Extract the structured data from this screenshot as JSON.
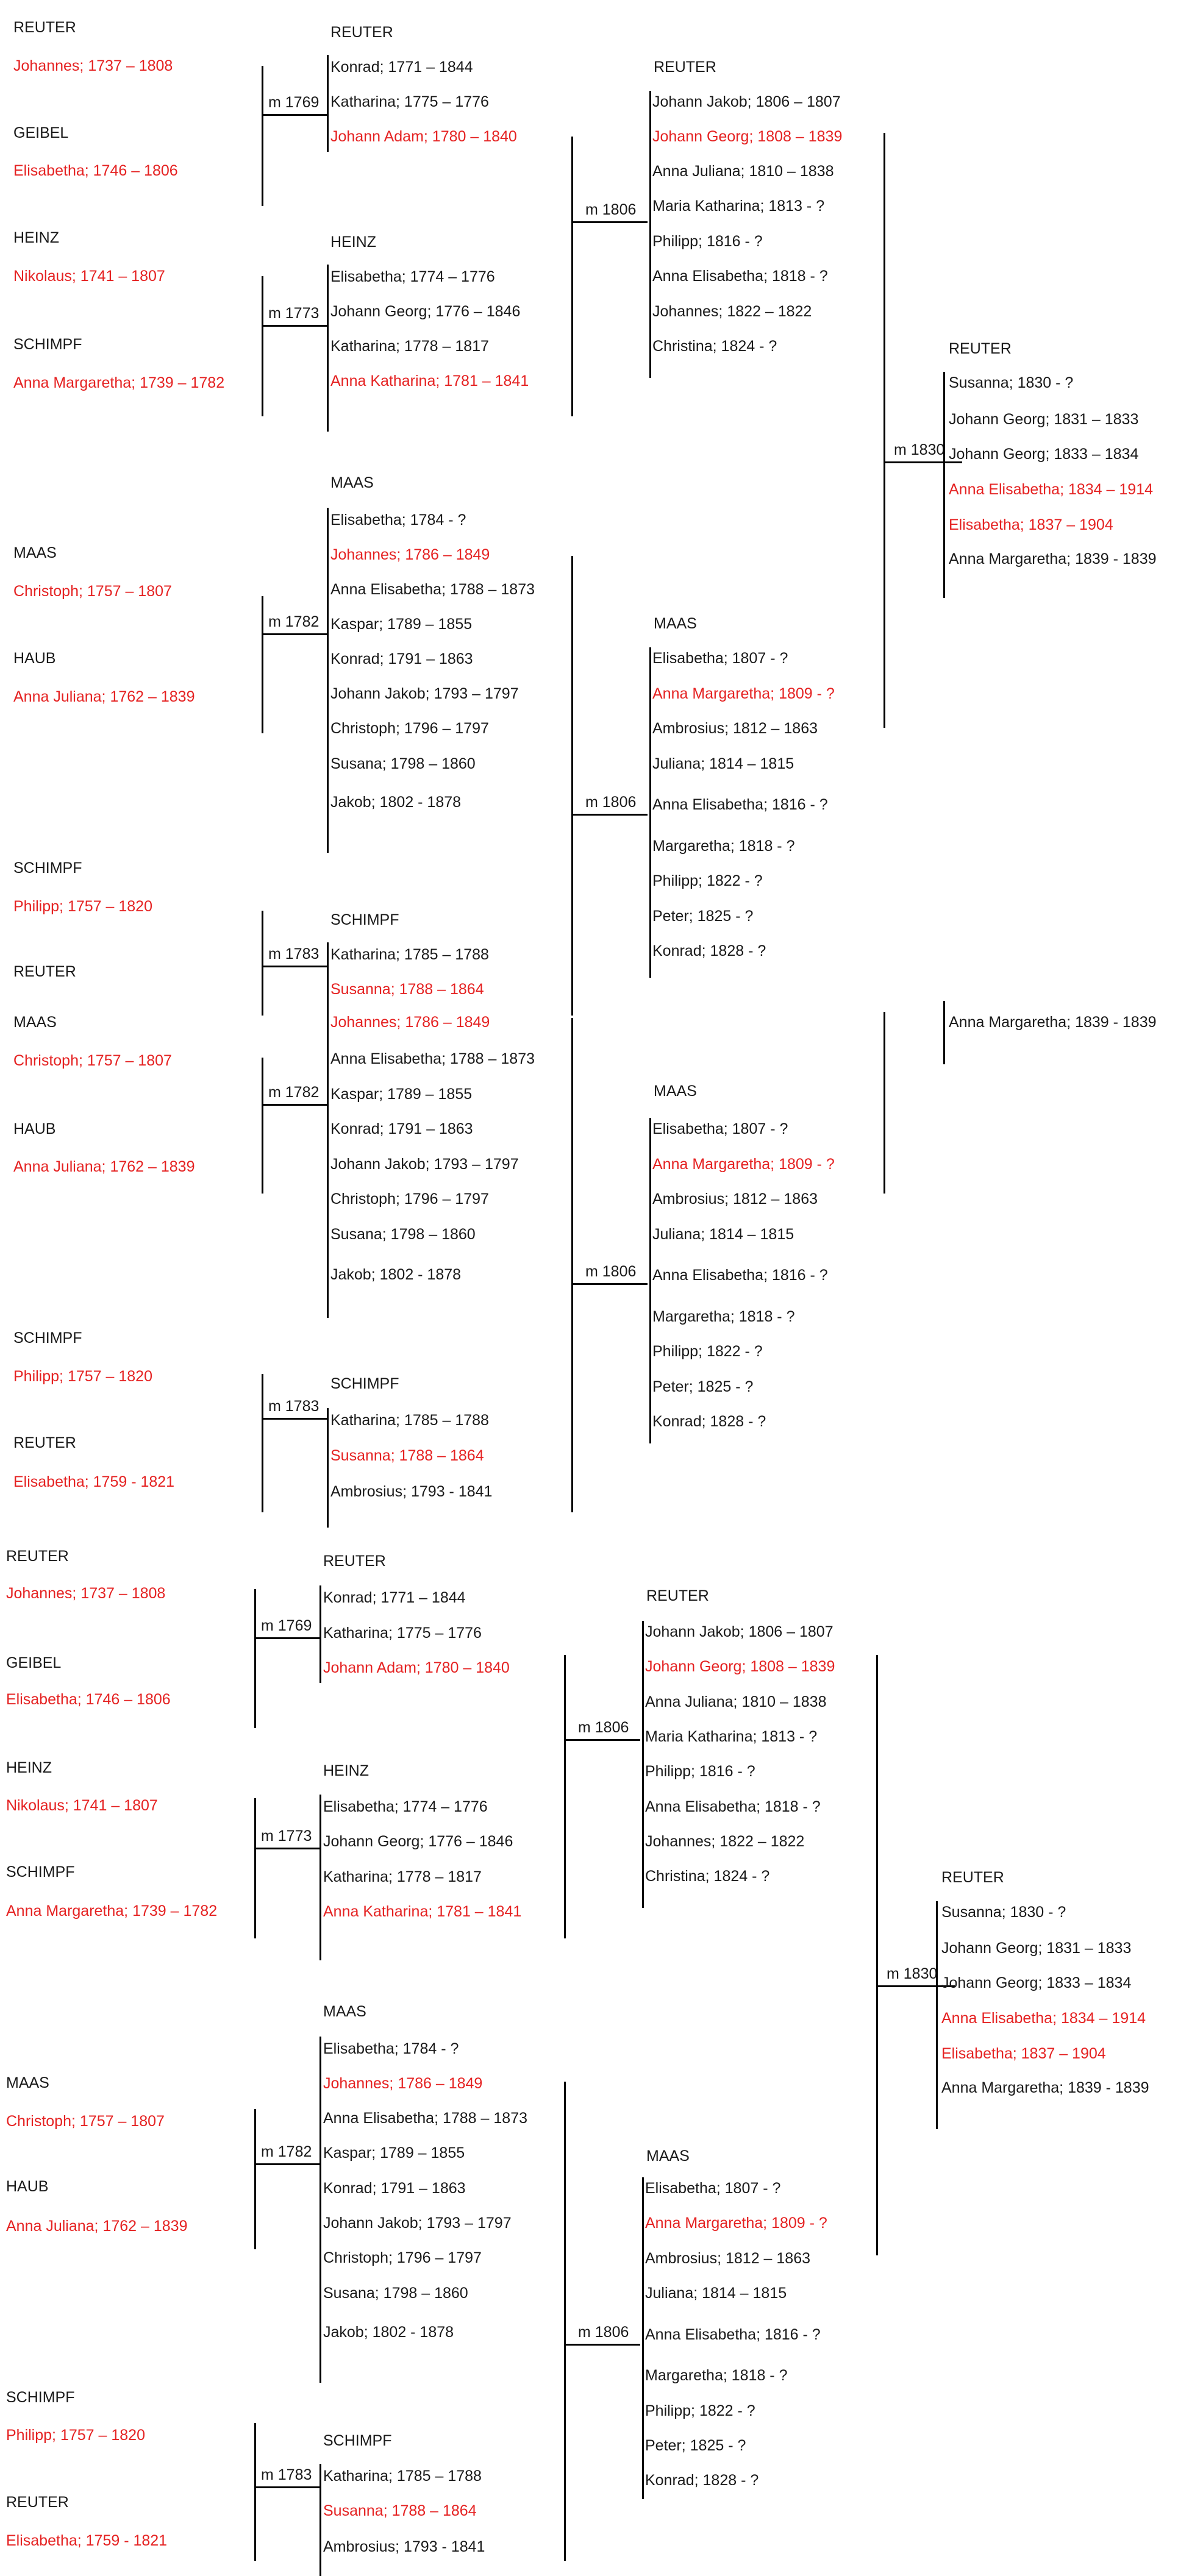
{
  "colors": {
    "highlight": "#e52222",
    "text": "#1a1a1a",
    "line": "#000000"
  },
  "trees": [
    {
      "grandparents": [
        {
          "surname": "REUTER",
          "name": "Johannes; 1737 – 1808"
        },
        {
          "surname": "GEIBEL",
          "name": "Elisabetha; 1746 – 1806"
        },
        {
          "surname": "HEINZ",
          "name": "Nikolaus; 1741 – 1807"
        },
        {
          "surname": "SCHIMPF",
          "name": "Anna Margaretha; 1739 – 1782"
        },
        {
          "surname": "MAAS",
          "name": "Christoph; 1757 – 1807"
        },
        {
          "surname": "HAUB",
          "name": "Anna Juliana; 1762 – 1839"
        },
        {
          "surname": "SCHIMPF",
          "name": "Philipp; 1757 – 1820"
        },
        {
          "surname": "REUTER",
          "name": ""
        }
      ],
      "marriages_g": [
        "m 1769",
        "m 1773",
        "m 1782",
        "m 1783"
      ],
      "families_g": [
        {
          "surname": "REUTER",
          "children": [
            {
              "name": "Konrad; 1771 – 1844",
              "red": false
            },
            {
              "name": "Katharina; 1775 – 1776",
              "red": false
            },
            {
              "name": "Johann Adam; 1780 – 1840",
              "red": true
            }
          ]
        },
        {
          "surname": "HEINZ",
          "children": [
            {
              "name": "Elisabetha; 1774 – 1776",
              "red": false
            },
            {
              "name": "Johann Georg; 1776 – 1846",
              "red": false
            },
            {
              "name": "Katharina; 1778 – 1817",
              "red": false
            },
            {
              "name": "Anna Katharina; 1781 – 1841",
              "red": true
            }
          ]
        },
        {
          "surname": "MAAS",
          "children": [
            {
              "name": "Elisabetha; 1784 - ?",
              "red": false
            },
            {
              "name": "Johannes; 1786 – 1849",
              "red": true
            },
            {
              "name": "Anna Elisabetha; 1788 – 1873",
              "red": false
            },
            {
              "name": "Kaspar; 1789 – 1855",
              "red": false
            },
            {
              "name": "Konrad; 1791 – 1863",
              "red": false
            },
            {
              "name": "Johann Jakob; 1793 – 1797",
              "red": false
            },
            {
              "name": "Christoph; 1796 – 1797",
              "red": false
            },
            {
              "name": "Susana; 1798 – 1860",
              "red": false
            },
            {
              "name": "Jakob; 1802 - 1878",
              "red": false
            }
          ]
        },
        {
          "surname": "SCHIMPF",
          "children": [
            {
              "name": "Katharina; 1785 – 1788",
              "red": false
            },
            {
              "name": "Susanna; 1788 – 1864",
              "red": true
            }
          ]
        }
      ],
      "marriages_p": [
        "m 1806",
        "m 1806"
      ],
      "families_p": [
        {
          "surname": "REUTER",
          "children": [
            {
              "name": "Johann Jakob; 1806 – 1807",
              "red": false
            },
            {
              "name": "Johann Georg; 1808 – 1839",
              "red": true
            },
            {
              "name": "Anna Juliana; 1810 – 1838",
              "red": false
            },
            {
              "name": "Maria Katharina; 1813 - ?",
              "red": false
            },
            {
              "name": "Philipp; 1816 - ?",
              "red": false
            },
            {
              "name": "Anna Elisabetha; 1818 - ?",
              "red": false
            },
            {
              "name": "Johannes; 1822 – 1822",
              "red": false
            },
            {
              "name": "Christina; 1824 - ?",
              "red": false
            }
          ]
        },
        {
          "surname": "MAAS",
          "children": [
            {
              "name": "Elisabetha; 1807 - ?",
              "red": false
            },
            {
              "name": "Anna Margaretha; 1809 - ?",
              "red": true
            },
            {
              "name": "Ambrosius; 1812 – 1863",
              "red": false
            },
            {
              "name": "Juliana; 1814 – 1815",
              "red": false
            },
            {
              "name": "Anna Elisabetha; 1816 - ?",
              "red": false
            },
            {
              "name": "Margaretha; 1818 - ?",
              "red": false
            },
            {
              "name": "Philipp; 1822 - ?",
              "red": false
            },
            {
              "name": "Peter; 1825 - ?",
              "red": false
            },
            {
              "name": "Konrad; 1828 - ?",
              "red": false
            }
          ]
        }
      ],
      "marriage_c": "m 1830",
      "family_c": {
        "surname": "REUTER",
        "children": [
          {
            "name": "Susanna; 1830 - ?",
            "red": false
          },
          {
            "name": "Johann Georg; 1831 – 1833",
            "red": false
          },
          {
            "name": "Johann Georg; 1833 – 1834",
            "red": false
          },
          {
            "name": "Anna Elisabetha; 1834 – 1914",
            "red": true
          },
          {
            "name": "Elisabetha; 1837 – 1904",
            "red": true
          },
          {
            "name": "Anna Margaretha; 1839 - 1839",
            "red": false
          }
        ]
      }
    },
    {
      "grandparents": [
        {
          "surname": "MAAS",
          "name": "Christoph; 1757 – 1807"
        },
        {
          "surname": "HAUB",
          "name": "Anna Juliana; 1762 – 1839"
        },
        {
          "surname": "SCHIMPF",
          "name": "Philipp; 1757 – 1820"
        },
        {
          "surname": "REUTER",
          "name": "Elisabetha; 1759 - 1821"
        }
      ],
      "marriages_g": [
        "m 1782",
        "m 1783"
      ],
      "families_g": [
        {
          "surname": "",
          "children": [
            {
              "name": "Johannes; 1786 – 1849",
              "red": true
            },
            {
              "name": "Anna Elisabetha; 1788 – 1873",
              "red": false
            },
            {
              "name": "Kaspar; 1789 – 1855",
              "red": false
            },
            {
              "name": "Konrad; 1791 – 1863",
              "red": false
            },
            {
              "name": "Johann Jakob; 1793 – 1797",
              "red": false
            },
            {
              "name": "Christoph; 1796 – 1797",
              "red": false
            },
            {
              "name": "Susana; 1798 – 1860",
              "red": false
            },
            {
              "name": "Jakob; 1802 - 1878",
              "red": false
            }
          ]
        },
        {
          "surname": "SCHIMPF",
          "children": [
            {
              "name": "Katharina; 1785 – 1788",
              "red": false
            },
            {
              "name": "Susanna; 1788 – 1864",
              "red": true
            },
            {
              "name": "Ambrosius; 1793 - 1841",
              "red": false
            }
          ]
        }
      ],
      "marriages_p": [
        "m 1806"
      ],
      "families_p": [
        {
          "surname": "MAAS",
          "children": [
            {
              "name": "Elisabetha; 1807 - ?",
              "red": false
            },
            {
              "name": "Anna Margaretha; 1809 - ?",
              "red": true
            },
            {
              "name": "Ambrosius; 1812 – 1863",
              "red": false
            },
            {
              "name": "Juliana; 1814 – 1815",
              "red": false
            },
            {
              "name": "Anna Elisabetha; 1816 - ?",
              "red": false
            },
            {
              "name": "Margaretha; 1818 - ?",
              "red": false
            },
            {
              "name": "Philipp; 1822 - ?",
              "red": false
            },
            {
              "name": "Peter; 1825 - ?",
              "red": false
            },
            {
              "name": "Konrad; 1828 - ?",
              "red": false
            }
          ]
        }
      ],
      "family_c": {
        "surname": "",
        "children": [
          {
            "name": "Anna Margaretha; 1839 - 1839",
            "red": false
          }
        ]
      }
    },
    {
      "grandparents": [
        {
          "surname": "REUTER",
          "name": "Johannes; 1737 – 1808"
        },
        {
          "surname": "GEIBEL",
          "name": "Elisabetha; 1746 – 1806"
        },
        {
          "surname": "HEINZ",
          "name": "Nikolaus; 1741 – 1807"
        },
        {
          "surname": "SCHIMPF",
          "name": "Anna Margaretha; 1739 – 1782"
        },
        {
          "surname": "MAAS",
          "name": "Christoph; 1757 – 1807"
        },
        {
          "surname": "HAUB",
          "name": "Anna Juliana; 1762 – 1839"
        },
        {
          "surname": "SCHIMPF",
          "name": "Philipp; 1757 – 1820"
        },
        {
          "surname": "REUTER",
          "name": "Elisabetha; 1759 - 1821"
        }
      ],
      "marriages_g": [
        "m 1769",
        "m 1773",
        "m 1782",
        "m 1783"
      ],
      "families_g": [
        {
          "surname": "REUTER",
          "children": [
            {
              "name": "Konrad; 1771 – 1844",
              "red": false
            },
            {
              "name": "Katharina; 1775 – 1776",
              "red": false
            },
            {
              "name": "Johann Adam; 1780 – 1840",
              "red": true
            }
          ]
        },
        {
          "surname": "HEINZ",
          "children": [
            {
              "name": "Elisabetha; 1774 – 1776",
              "red": false
            },
            {
              "name": "Johann Georg; 1776 – 1846",
              "red": false
            },
            {
              "name": "Katharina; 1778 – 1817",
              "red": false
            },
            {
              "name": "Anna Katharina; 1781 – 1841",
              "red": true
            }
          ]
        },
        {
          "surname": "MAAS",
          "children": [
            {
              "name": "Elisabetha; 1784 - ?",
              "red": false
            },
            {
              "name": "Johannes; 1786 – 1849",
              "red": true
            },
            {
              "name": "Anna Elisabetha; 1788 – 1873",
              "red": false
            },
            {
              "name": "Kaspar; 1789 – 1855",
              "red": false
            },
            {
              "name": "Konrad; 1791 – 1863",
              "red": false
            },
            {
              "name": "Johann Jakob; 1793 – 1797",
              "red": false
            },
            {
              "name": "Christoph; 1796 – 1797",
              "red": false
            },
            {
              "name": "Susana; 1798 – 1860",
              "red": false
            },
            {
              "name": "Jakob; 1802 - 1878",
              "red": false
            }
          ]
        },
        {
          "surname": "SCHIMPF",
          "children": [
            {
              "name": "Katharina; 1785 – 1788",
              "red": false
            },
            {
              "name": "Susanna; 1788 – 1864",
              "red": true
            },
            {
              "name": "Ambrosius; 1793 - 1841",
              "red": false
            }
          ]
        }
      ],
      "marriages_p": [
        "m 1806",
        "m 1806"
      ],
      "families_p": [
        {
          "surname": "REUTER",
          "children": [
            {
              "name": "Johann Jakob; 1806 – 1807",
              "red": false
            },
            {
              "name": "Johann Georg; 1808 – 1839",
              "red": true
            },
            {
              "name": "Anna Juliana; 1810 – 1838",
              "red": false
            },
            {
              "name": "Maria Katharina; 1813 - ?",
              "red": false
            },
            {
              "name": "Philipp; 1816 - ?",
              "red": false
            },
            {
              "name": "Anna Elisabetha; 1818 - ?",
              "red": false
            },
            {
              "name": "Johannes; 1822 – 1822",
              "red": false
            },
            {
              "name": "Christina; 1824 - ?",
              "red": false
            }
          ]
        },
        {
          "surname": "MAAS",
          "children": [
            {
              "name": "Elisabetha; 1807 - ?",
              "red": false
            },
            {
              "name": "Anna Margaretha; 1809 - ?",
              "red": true
            },
            {
              "name": "Ambrosius; 1812 – 1863",
              "red": false
            },
            {
              "name": "Juliana; 1814 – 1815",
              "red": false
            },
            {
              "name": "Anna Elisabetha; 1816 - ?",
              "red": false
            },
            {
              "name": "Margaretha; 1818 - ?",
              "red": false
            },
            {
              "name": "Philipp; 1822 - ?",
              "red": false
            },
            {
              "name": "Peter; 1825 - ?",
              "red": false
            },
            {
              "name": "Konrad; 1828 - ?",
              "red": false
            }
          ]
        }
      ],
      "marriage_c": "m 1830",
      "family_c": {
        "surname": "REUTER",
        "children": [
          {
            "name": "Susanna; 1830 - ?",
            "red": false
          },
          {
            "name": "Johann Georg; 1831 – 1833",
            "red": false
          },
          {
            "name": "Johann Georg; 1833 – 1834",
            "red": false
          },
          {
            "name": "Anna Elisabetha; 1834 – 1914",
            "red": true
          },
          {
            "name": "Elisabetha; 1837 – 1904",
            "red": true
          },
          {
            "name": "Anna Margaretha; 1839 - 1839",
            "red": false
          }
        ]
      }
    }
  ]
}
